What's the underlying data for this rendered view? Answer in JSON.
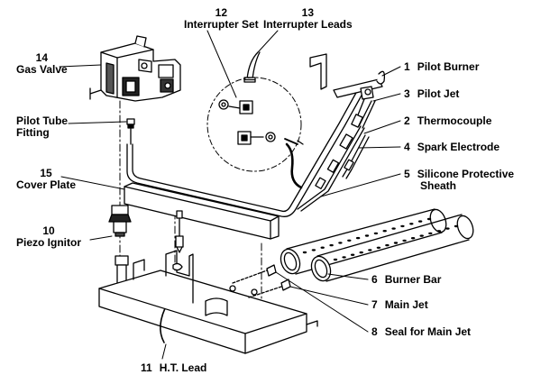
{
  "diagram": {
    "parts": [
      {
        "id": "pilot-burner",
        "number": "1",
        "name": "Pilot Burner"
      },
      {
        "id": "thermocouple",
        "number": "2",
        "name": "Thermocouple"
      },
      {
        "id": "pilot-jet",
        "number": "3",
        "name": "Pilot Jet"
      },
      {
        "id": "spark-electrode",
        "number": "4",
        "name": "Spark Electrode"
      },
      {
        "id": "silicone-sheath",
        "number": "5",
        "name": "Silicone Protective",
        "name2": "Sheath"
      },
      {
        "id": "burner-bar",
        "number": "6",
        "name": "Burner Bar"
      },
      {
        "id": "main-jet",
        "number": "7",
        "name": "Main Jet"
      },
      {
        "id": "seal-main-jet",
        "number": "8",
        "name": "Seal for Main Jet"
      },
      {
        "id": "piezo-ignitor",
        "number": "10",
        "name": "Piezo Ignitor"
      },
      {
        "id": "ht-lead",
        "number": "11",
        "name": "H.T. Lead"
      },
      {
        "id": "interrupter-set",
        "number": "12",
        "name": "Interrupter Set"
      },
      {
        "id": "interrupter-leads",
        "number": "13",
        "name": "Interrupter Leads"
      },
      {
        "id": "gas-valve",
        "number": "14",
        "name": "Gas Valve"
      },
      {
        "id": "cover-plate",
        "number": "15",
        "name": "Cover Plate"
      },
      {
        "id": "pilot-tube-fitting",
        "number": "",
        "name": "Pilot Tube",
        "name2": "Fitting"
      }
    ]
  }
}
